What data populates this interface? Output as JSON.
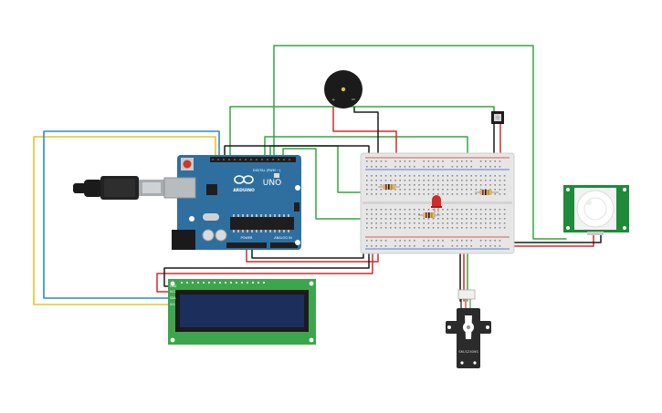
{
  "arduino": {
    "brand": "ARDUINO",
    "model": "UNO",
    "digital_label": "DIGITAL (PWM ~)",
    "power_label": "POWER",
    "analog_label": "ANALOG IN",
    "board_color": "#2f6f9f"
  },
  "servo": {
    "model": "SM-S2309S",
    "body_color": "#2b2b2b"
  },
  "lcd": {
    "pins": [
      "GND",
      "VCC",
      "SDA",
      "SCL"
    ],
    "board_color": "#3da64c",
    "screen_color": "#1c2f5c"
  },
  "pir": {
    "board_color": "#1f8a3a"
  },
  "wire_colors": {
    "green": "#2eaa3a",
    "red": "#d42a2a",
    "black": "#1a1a1a",
    "blue": "#2a8ad4",
    "yellow": "#e8c32a"
  }
}
